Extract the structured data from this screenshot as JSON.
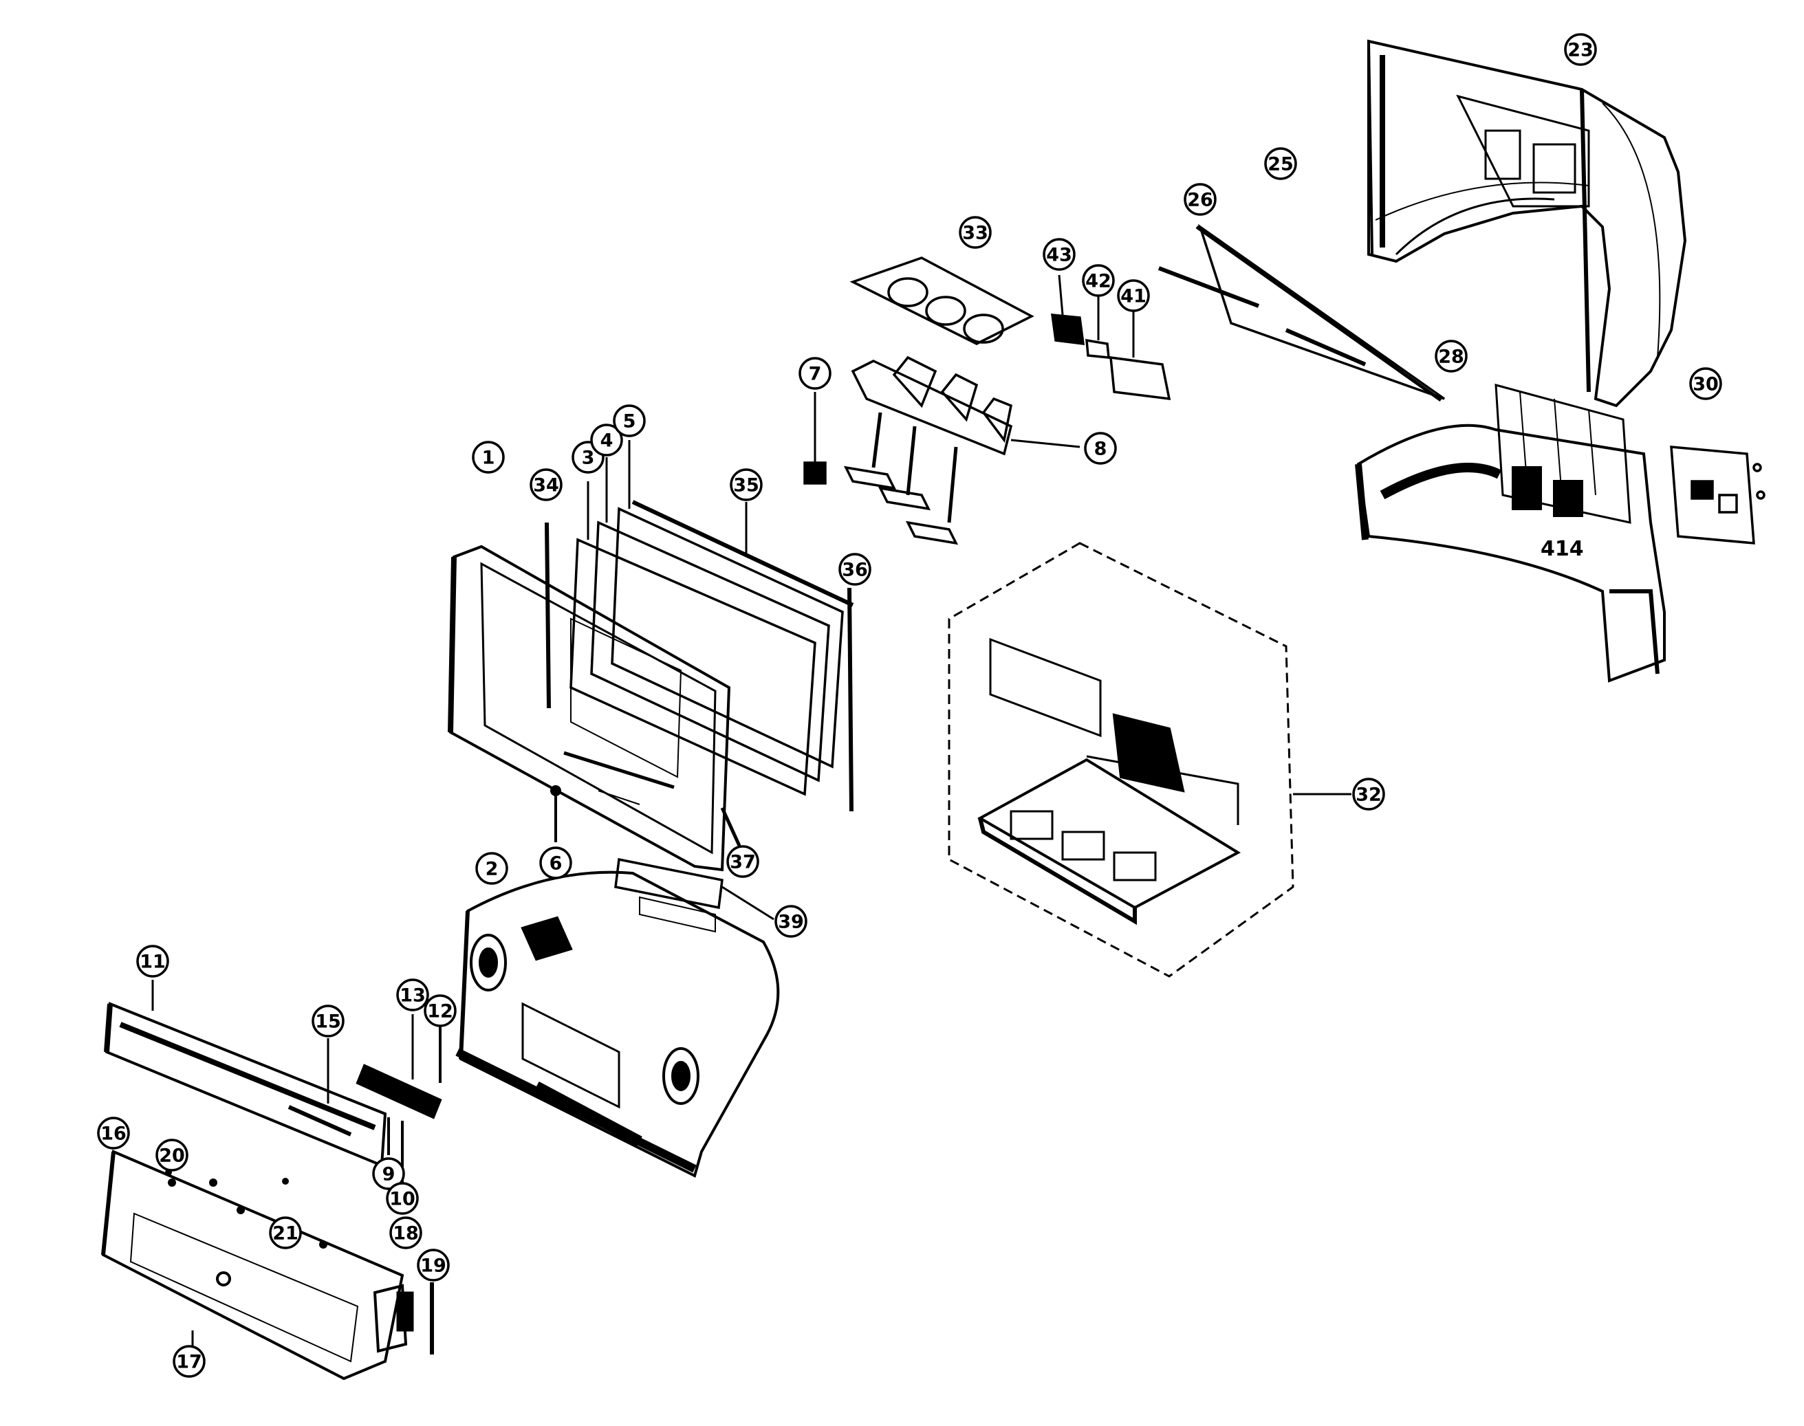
{
  "diagram": {
    "type": "exploded-parts-view",
    "colors": {
      "ink": "#000000",
      "paper": "#ffffff"
    },
    "callouts": [
      {
        "id": "c1",
        "label": "1"
      },
      {
        "id": "c2",
        "label": "2"
      },
      {
        "id": "c3",
        "label": "3"
      },
      {
        "id": "c4",
        "label": "4"
      },
      {
        "id": "c5",
        "label": "5"
      },
      {
        "id": "c6",
        "label": "6"
      },
      {
        "id": "c7",
        "label": "7"
      },
      {
        "id": "c8",
        "label": "8"
      },
      {
        "id": "c9",
        "label": "9"
      },
      {
        "id": "c10",
        "label": "10"
      },
      {
        "id": "c11",
        "label": "11"
      },
      {
        "id": "c12",
        "label": "12"
      },
      {
        "id": "c13",
        "label": "13"
      },
      {
        "id": "c15",
        "label": "15"
      },
      {
        "id": "c16",
        "label": "16"
      },
      {
        "id": "c17",
        "label": "17"
      },
      {
        "id": "c18",
        "label": "18"
      },
      {
        "id": "c19",
        "label": "19"
      },
      {
        "id": "c20",
        "label": "20"
      },
      {
        "id": "c21",
        "label": "21"
      },
      {
        "id": "c23",
        "label": "23"
      },
      {
        "id": "c25",
        "label": "25"
      },
      {
        "id": "c26",
        "label": "26"
      },
      {
        "id": "c28",
        "label": "28"
      },
      {
        "id": "c30",
        "label": "30"
      },
      {
        "id": "c32",
        "label": "32"
      },
      {
        "id": "c33",
        "label": "33"
      },
      {
        "id": "c34",
        "label": "34"
      },
      {
        "id": "c35",
        "label": "35"
      },
      {
        "id": "c36",
        "label": "36"
      },
      {
        "id": "c37",
        "label": "37"
      },
      {
        "id": "c39",
        "label": "39"
      },
      {
        "id": "c41",
        "label": "41"
      },
      {
        "id": "c42",
        "label": "42"
      },
      {
        "id": "c43",
        "label": "43"
      }
    ],
    "chassis_decal": "414"
  }
}
